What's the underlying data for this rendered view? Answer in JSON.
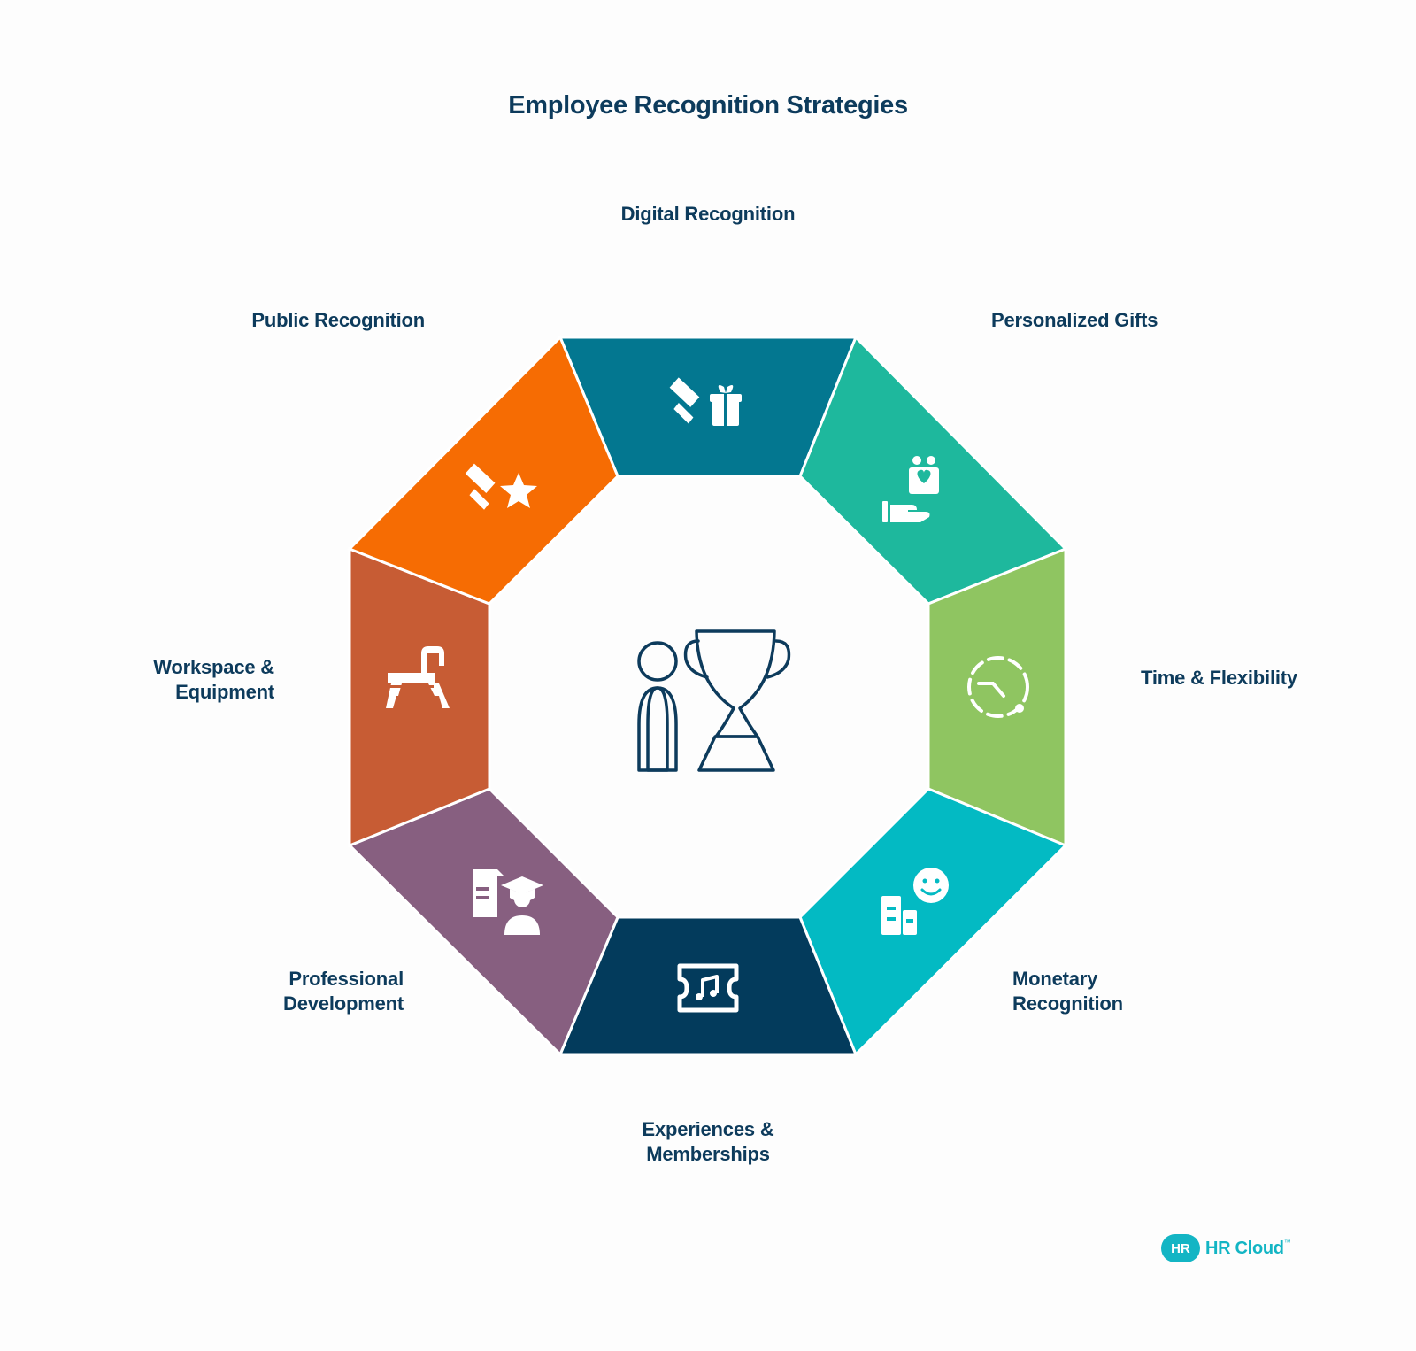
{
  "title": "Employee Recognition Strategies",
  "segments": [
    {
      "label_lines": [
        "Digital Recognition"
      ],
      "color": "#037790",
      "icon": "phone-gift-icon"
    },
    {
      "label_lines": [
        "Personalized Gifts"
      ],
      "color": "#1eb89d",
      "icon": "hand-gift-icon"
    },
    {
      "label_lines": [
        "Time & Flexibility"
      ],
      "color": "#8fc561",
      "icon": "clock-icon"
    },
    {
      "label_lines": [
        "Monetary",
        "Recognition"
      ],
      "color": "#03bac3",
      "icon": "bills-smile-icon"
    },
    {
      "label_lines": [
        "Experiences &",
        "Memberships"
      ],
      "color": "#033b5c",
      "icon": "ticket-music-icon"
    },
    {
      "label_lines": [
        "Professional",
        "Development"
      ],
      "color": "#875f80",
      "icon": "certificate-graduate-icon"
    },
    {
      "label_lines": [
        "Workspace &",
        "Equipment"
      ],
      "color": "#c75c34",
      "icon": "desk-lamp-icon"
    },
    {
      "label_lines": [
        "Public Recognition"
      ],
      "color": "#f66c03",
      "icon": "megaphone-star-icon"
    }
  ],
  "center_icon": "person-trophy-icon",
  "brand": {
    "badge": "HR",
    "name": "HR Cloud",
    "tm": "™"
  }
}
